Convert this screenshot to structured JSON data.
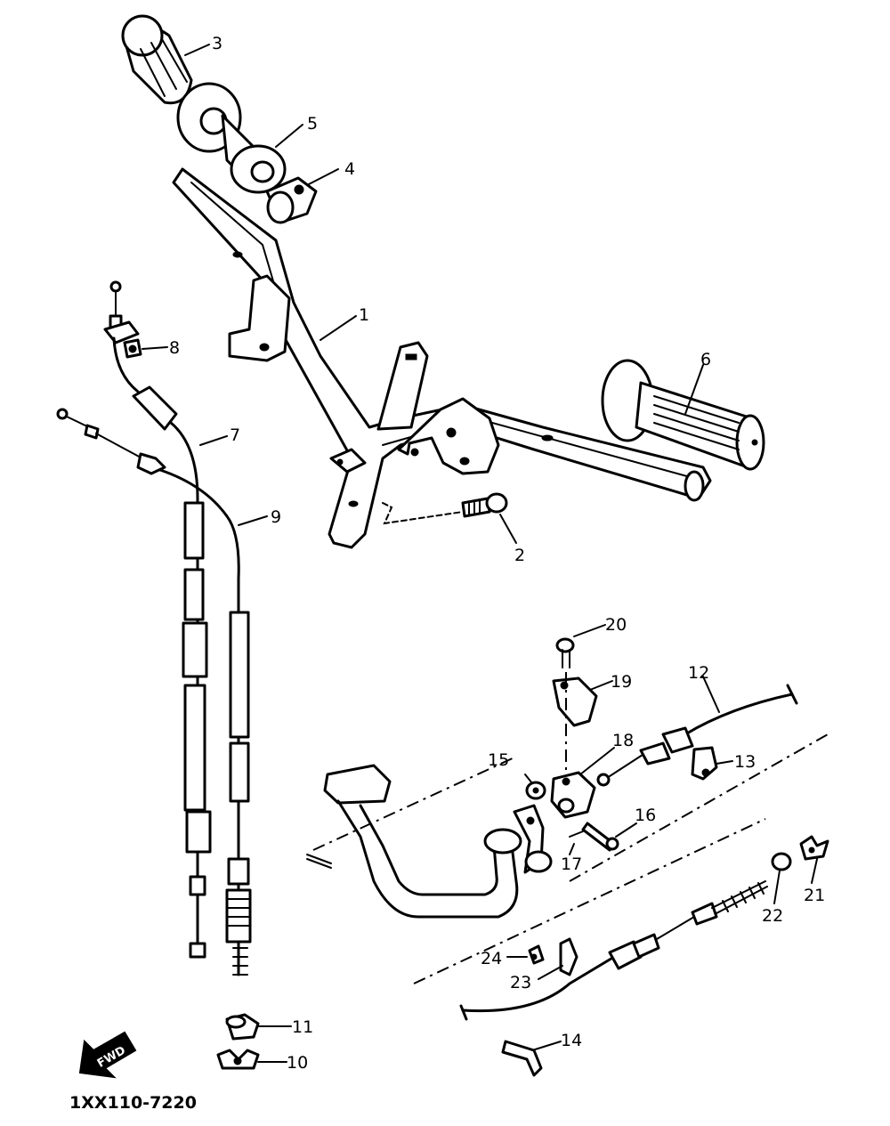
{
  "callouts": {
    "p1": "1",
    "p2": "2",
    "p3": "3",
    "p4": "4",
    "p5": "5",
    "p6": "6",
    "p7": "7",
    "p8": "8",
    "p9": "9",
    "p10": "10",
    "p11": "11",
    "p12": "12",
    "p13": "13",
    "p14": "14",
    "p15": "15",
    "p16": "16",
    "p17": "17",
    "p18": "18",
    "p19": "19",
    "p20": "20",
    "p21": "21",
    "p22": "22",
    "p23": "23",
    "p24": "24"
  },
  "direction_arrow_label": "FWD",
  "diagram_code": "1XX110-7220"
}
